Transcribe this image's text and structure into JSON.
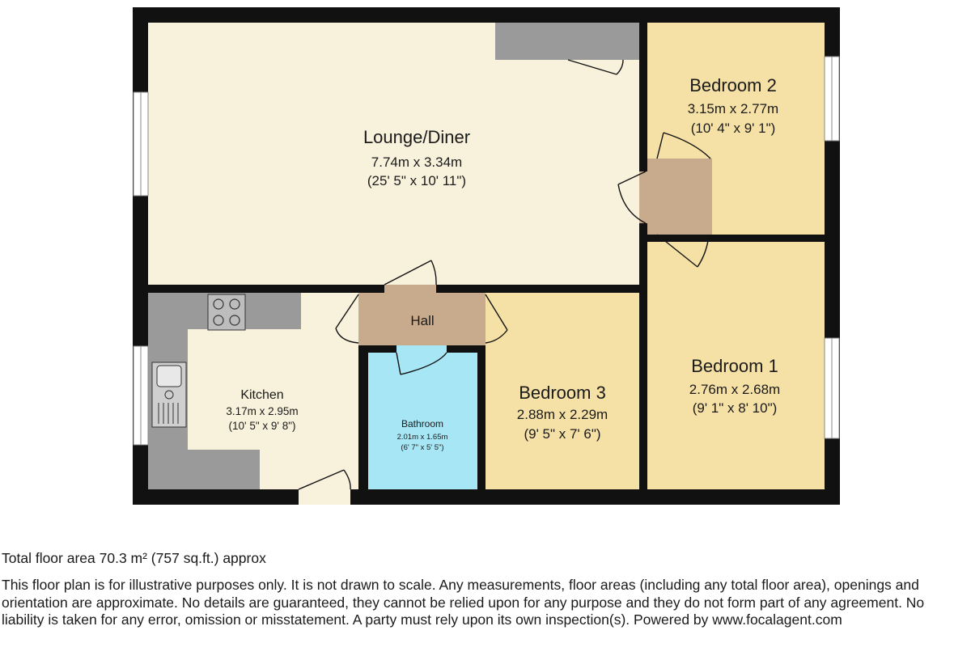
{
  "plan": {
    "rooms": {
      "lounge": {
        "name": "Lounge/Diner",
        "metric": "7.74m x 3.34m",
        "imperial": "(25' 5\" x 10' 11\")"
      },
      "bedroom2": {
        "name": "Bedroom 2",
        "metric": "3.15m x 2.77m",
        "imperial": "(10' 4\" x 9' 1\")"
      },
      "bedroom1": {
        "name": "Bedroom 1",
        "metric": "2.76m x 2.68m",
        "imperial": "(9' 1\" x 8' 10\")"
      },
      "bedroom3": {
        "name": "Bedroom 3",
        "metric": "2.88m x 2.29m",
        "imperial": "(9' 5\" x 7' 6\")"
      },
      "kitchen": {
        "name": "Kitchen",
        "metric": "3.17m x 2.95m",
        "imperial": "(10' 5\" x 9' 8\")"
      },
      "bathroom": {
        "name": "Bathroom",
        "metric": "2.01m x 1.65m",
        "imperial": "(6' 7\" x 5' 5\")"
      },
      "hall": {
        "name": "Hall"
      }
    },
    "colors": {
      "wall": "#111111",
      "lounge": "#f8f2dc",
      "bedroom": "#f5e0a6",
      "kitchen": "#f8f2dc",
      "bathroom": "#a6e6f5",
      "hall": "#c8aa8c",
      "worktop": "#9a9a9a",
      "window": "#ffffff"
    }
  },
  "footer": {
    "total_area": "Total floor area 70.3 m² (757 sq.ft.) approx",
    "disclaimer": "This floor plan is for illustrative purposes only. It is not drawn to scale. Any measurements, floor areas (including any total floor area), openings and orientation are approximate. No details are guaranteed, they cannot be relied upon for any purpose and they do not form part of any agreement. No liability is taken for any error, omission or misstatement. A party must rely upon its own inspection(s). Powered by www.focalagent.com"
  }
}
